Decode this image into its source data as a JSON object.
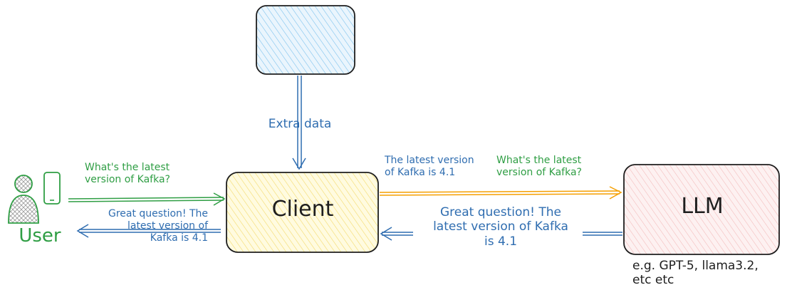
{
  "diagram": {
    "nodes": {
      "client_label": "Client",
      "llm_label": "LLM",
      "user_label": "User"
    },
    "edges": {
      "extra_data": "Extra data",
      "user_question": [
        "What's the latest",
        "version of Kafka?"
      ],
      "client_answer": [
        "Great question! The",
        "latest version of",
        "Kafka is 4.1"
      ],
      "llm_answer_top": [
        "The latest version",
        "of Kafka is 4.1"
      ],
      "client_question_top": [
        "What's the latest",
        "version of Kafka?"
      ],
      "llm_answer_big": [
        "Great question! The",
        "latest version of Kafka",
        "is 4.1"
      ]
    },
    "note": [
      "e.g. GPT-5, llama3.2,",
      "etc etc"
    ]
  },
  "colors": {
    "blue_text": "#2f6db0",
    "green_text": "#2f9e44",
    "orange_arrow": "#f59f00",
    "client_fill": "#fff3bf",
    "llm_fill": "#ffe3e3",
    "db_fill": "#d0ebff"
  },
  "icons": [
    "person-icon",
    "phone-icon"
  ]
}
